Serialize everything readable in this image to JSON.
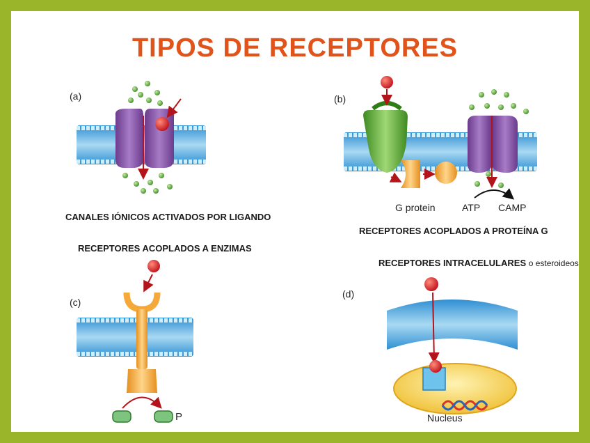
{
  "title": "TIPOS DE RECEPTORES",
  "panels": {
    "a": {
      "letter": "(a)",
      "caption": "CANALES IÓNICOS ACTIVADOS POR LIGANDO"
    },
    "b": {
      "letter": "(b)",
      "caption": "RECEPTORES ACOPLADOS A PROTEÍNA G",
      "gprotein": "G protein",
      "atp": "ATP",
      "camp": "CAMP"
    },
    "c": {
      "letter": "(c)",
      "caption": "RECEPTORES ACOPLADOS A ENZIMAS",
      "phosphate": "P"
    },
    "d": {
      "letter": "(d)",
      "caption": "RECEPTORES INTRACELULARES",
      "caption_suffix": "o esteroideos",
      "nucleus": "Nucleus"
    }
  },
  "colors": {
    "border": "#9bb52a",
    "title": "#e0541c",
    "membrane": "#4aa6dd",
    "channel": "#8a55a8",
    "ligand": "#d8231f",
    "ion": "#5ea832",
    "receptor_green": "#4f9e2c",
    "receptor_orange": "#f4a93a"
  }
}
